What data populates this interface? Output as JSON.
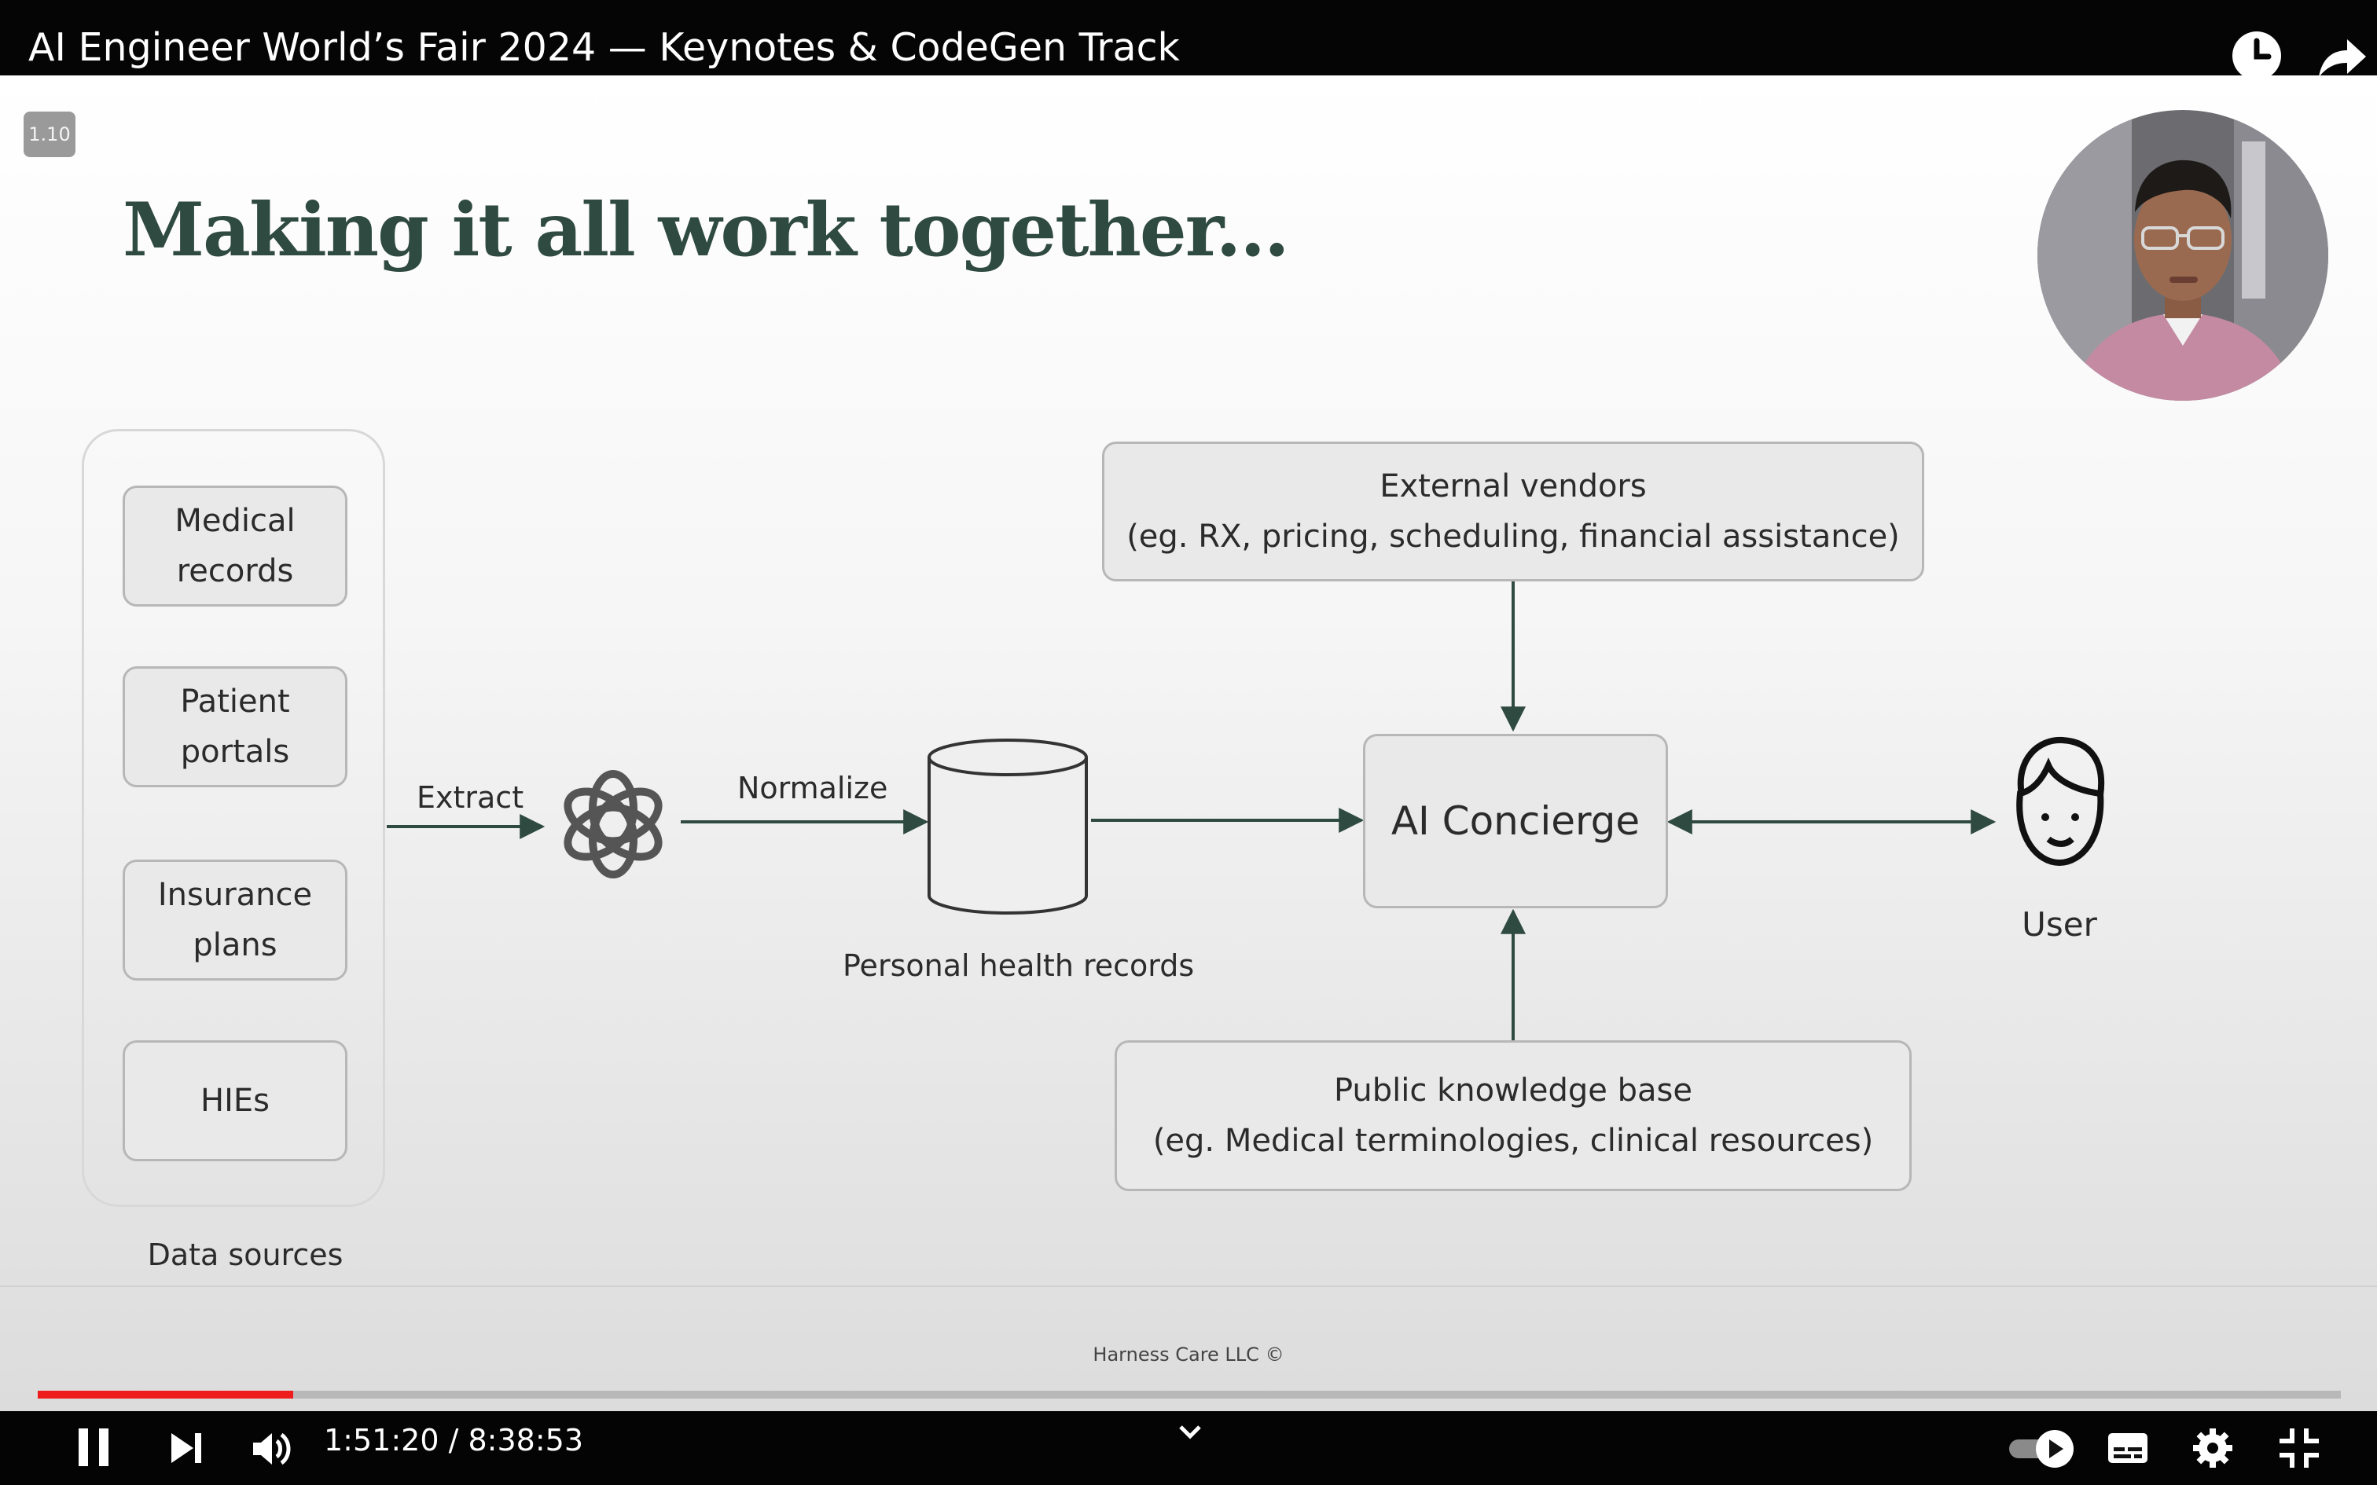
{
  "player": {
    "title": "AI Engineer World’s Fair 2024 — Keynotes & CodeGen Track",
    "current_time": "1:51:20",
    "separator": "/",
    "duration": "8:38:53",
    "progress_fraction": 0.111,
    "accent_color": "#ee1c1c",
    "speed_badge": "1.10",
    "icons": [
      "clock-icon",
      "share-icon",
      "pause-icon",
      "next-icon",
      "volume-icon",
      "chevron-down-icon",
      "autoplay-toggle-icon",
      "captions-icon",
      "settings-gear-icon",
      "exit-fullscreen-icon"
    ]
  },
  "slide": {
    "title": "Making it all work together...",
    "title_color": "#2f4a40",
    "footer": "Harness Care LLC ©",
    "data_sources": {
      "label": "Data sources",
      "items": [
        {
          "line1": "Medical",
          "line2": "records"
        },
        {
          "line1": "Patient",
          "line2": "portals"
        },
        {
          "line1": "Insurance",
          "line2": "plans"
        },
        {
          "line1": "HIEs",
          "line2": ""
        }
      ]
    },
    "extract_label": "Extract",
    "normalize_label": "Normalize",
    "phr_label": "Personal health records",
    "concierge_label": "AI Concierge",
    "user_label": "User",
    "external_vendors": {
      "line1": "External vendors",
      "line2": "(eg. RX, pricing, scheduling, financial assistance)"
    },
    "knowledge_base": {
      "line1": "Public knowledge base",
      "line2": "(eg. Medical terminologies, clinical resources)"
    }
  }
}
